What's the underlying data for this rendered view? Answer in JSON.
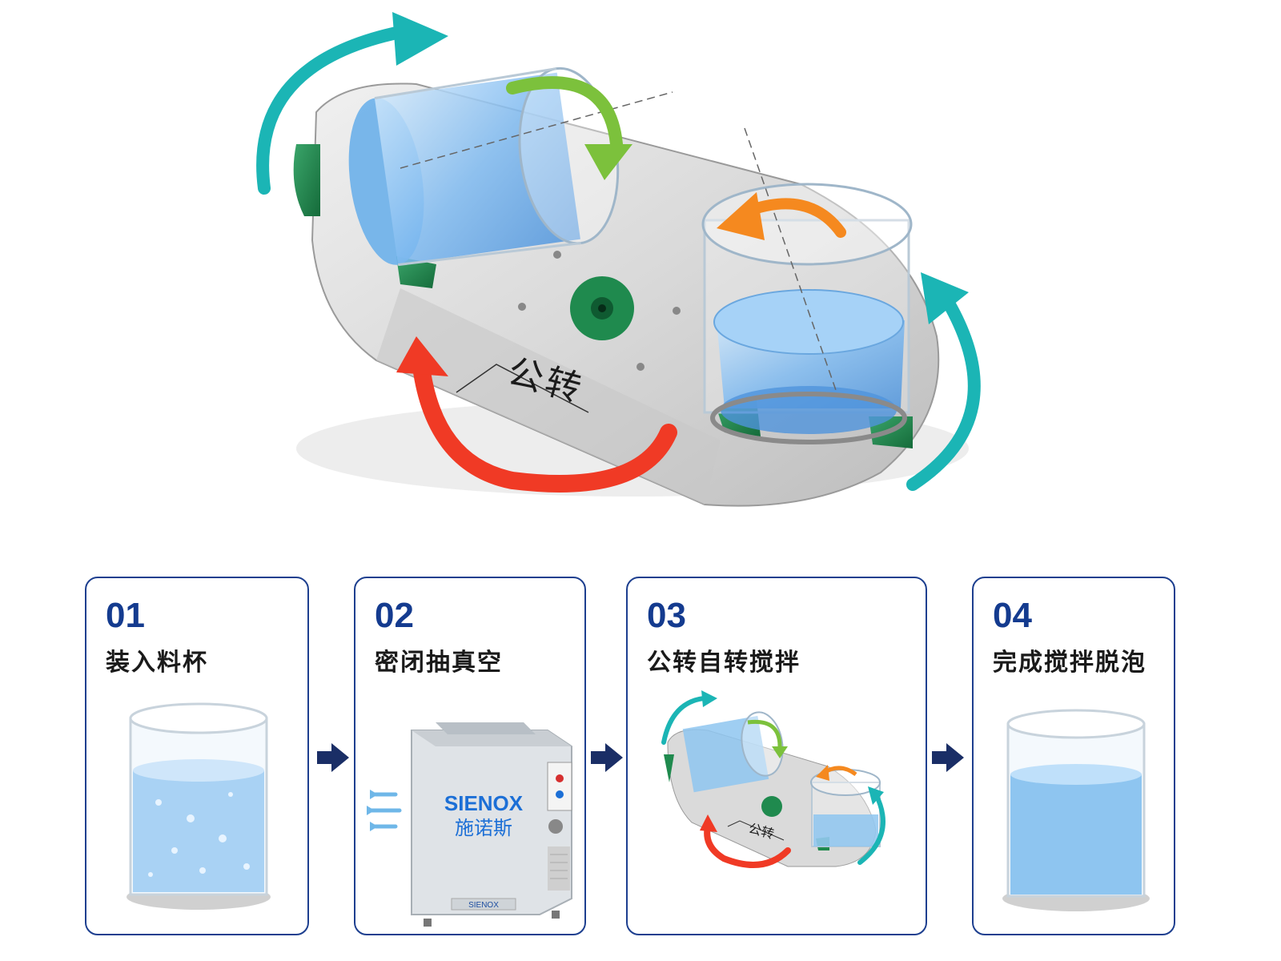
{
  "hero": {
    "revolution_label": "公转"
  },
  "steps": [
    {
      "number": "01",
      "title": "装入料杯"
    },
    {
      "number": "02",
      "title": "密闭抽真空",
      "brand_cn": "施诺斯",
      "brand_en": "SIENOX",
      "plate": "SIENOX"
    },
    {
      "number": "03",
      "title": "公转自转搅拌",
      "label": "公转"
    },
    {
      "number": "04",
      "title": "完成搅拌脱泡"
    }
  ],
  "colors": {
    "card_border": "#1d3f8f",
    "step_number": "#143b8f",
    "arrow_red": "#f03a25",
    "arrow_teal": "#1bb5b5",
    "arrow_green": "#7cc13c",
    "arrow_orange": "#f5891f",
    "bracket_green": "#1f8a4e",
    "water": "#8ec5f0"
  }
}
